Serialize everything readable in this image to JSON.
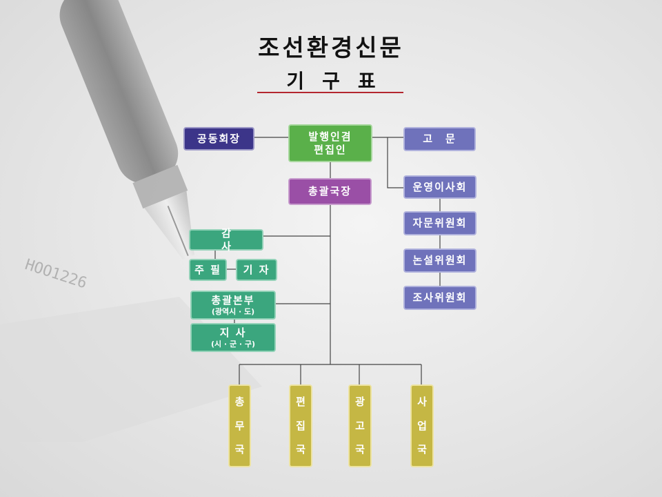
{
  "title": {
    "line1": "조선환경신문",
    "line2": "기구표"
  },
  "nodes": {
    "co_chair": "공동회장",
    "publisher": {
      "line1": "발행인겸",
      "line2": "편집인"
    },
    "advisor": "고　문",
    "director_general": "총괄국장",
    "operating_board": "운영이사회",
    "advisory_committee": "자문위원회",
    "editorial_committee": "논설위원회",
    "research_committee": "조사위원회",
    "auditor": "감 사",
    "chief_writer": "주 필",
    "reporter": "기 자",
    "hq": {
      "line1": "총괄본부",
      "line2": "(광역시 · 도)"
    },
    "branch": {
      "line1": "지 사",
      "line2": "(시 · 군 · 구)"
    }
  },
  "departments": [
    {
      "chars": [
        "총",
        "무",
        "국"
      ]
    },
    {
      "chars": [
        "편",
        "집",
        "국"
      ]
    },
    {
      "chars": [
        "광",
        "고",
        "국"
      ]
    },
    {
      "chars": [
        "사",
        "업",
        "국"
      ]
    }
  ],
  "colors": {
    "title_rule": "#b3262e",
    "co_chair": "#3c3589",
    "publisher": "#5ab04a",
    "director_general": "#9a4fa6",
    "committees": "#6f72bb",
    "regional": "#3ba67e",
    "departments": "#c5b744",
    "connector": "#444444"
  },
  "background_icon": "fountain-pen-icon"
}
